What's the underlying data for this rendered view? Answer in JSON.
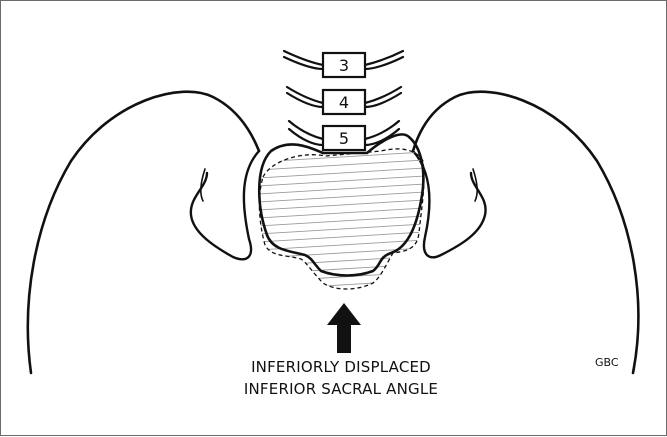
{
  "figure": {
    "vertebrae": [
      {
        "label": "3"
      },
      {
        "label": "4"
      },
      {
        "label": "5"
      }
    ],
    "caption": {
      "line1": "INFERIORLY DISPLACED",
      "line2": "INFERIOR SACRAL ANGLE"
    },
    "credit": "GBC",
    "colors": {
      "line": "#111111",
      "hatch": "#9a9a9a",
      "background": "#ffffff"
    }
  }
}
